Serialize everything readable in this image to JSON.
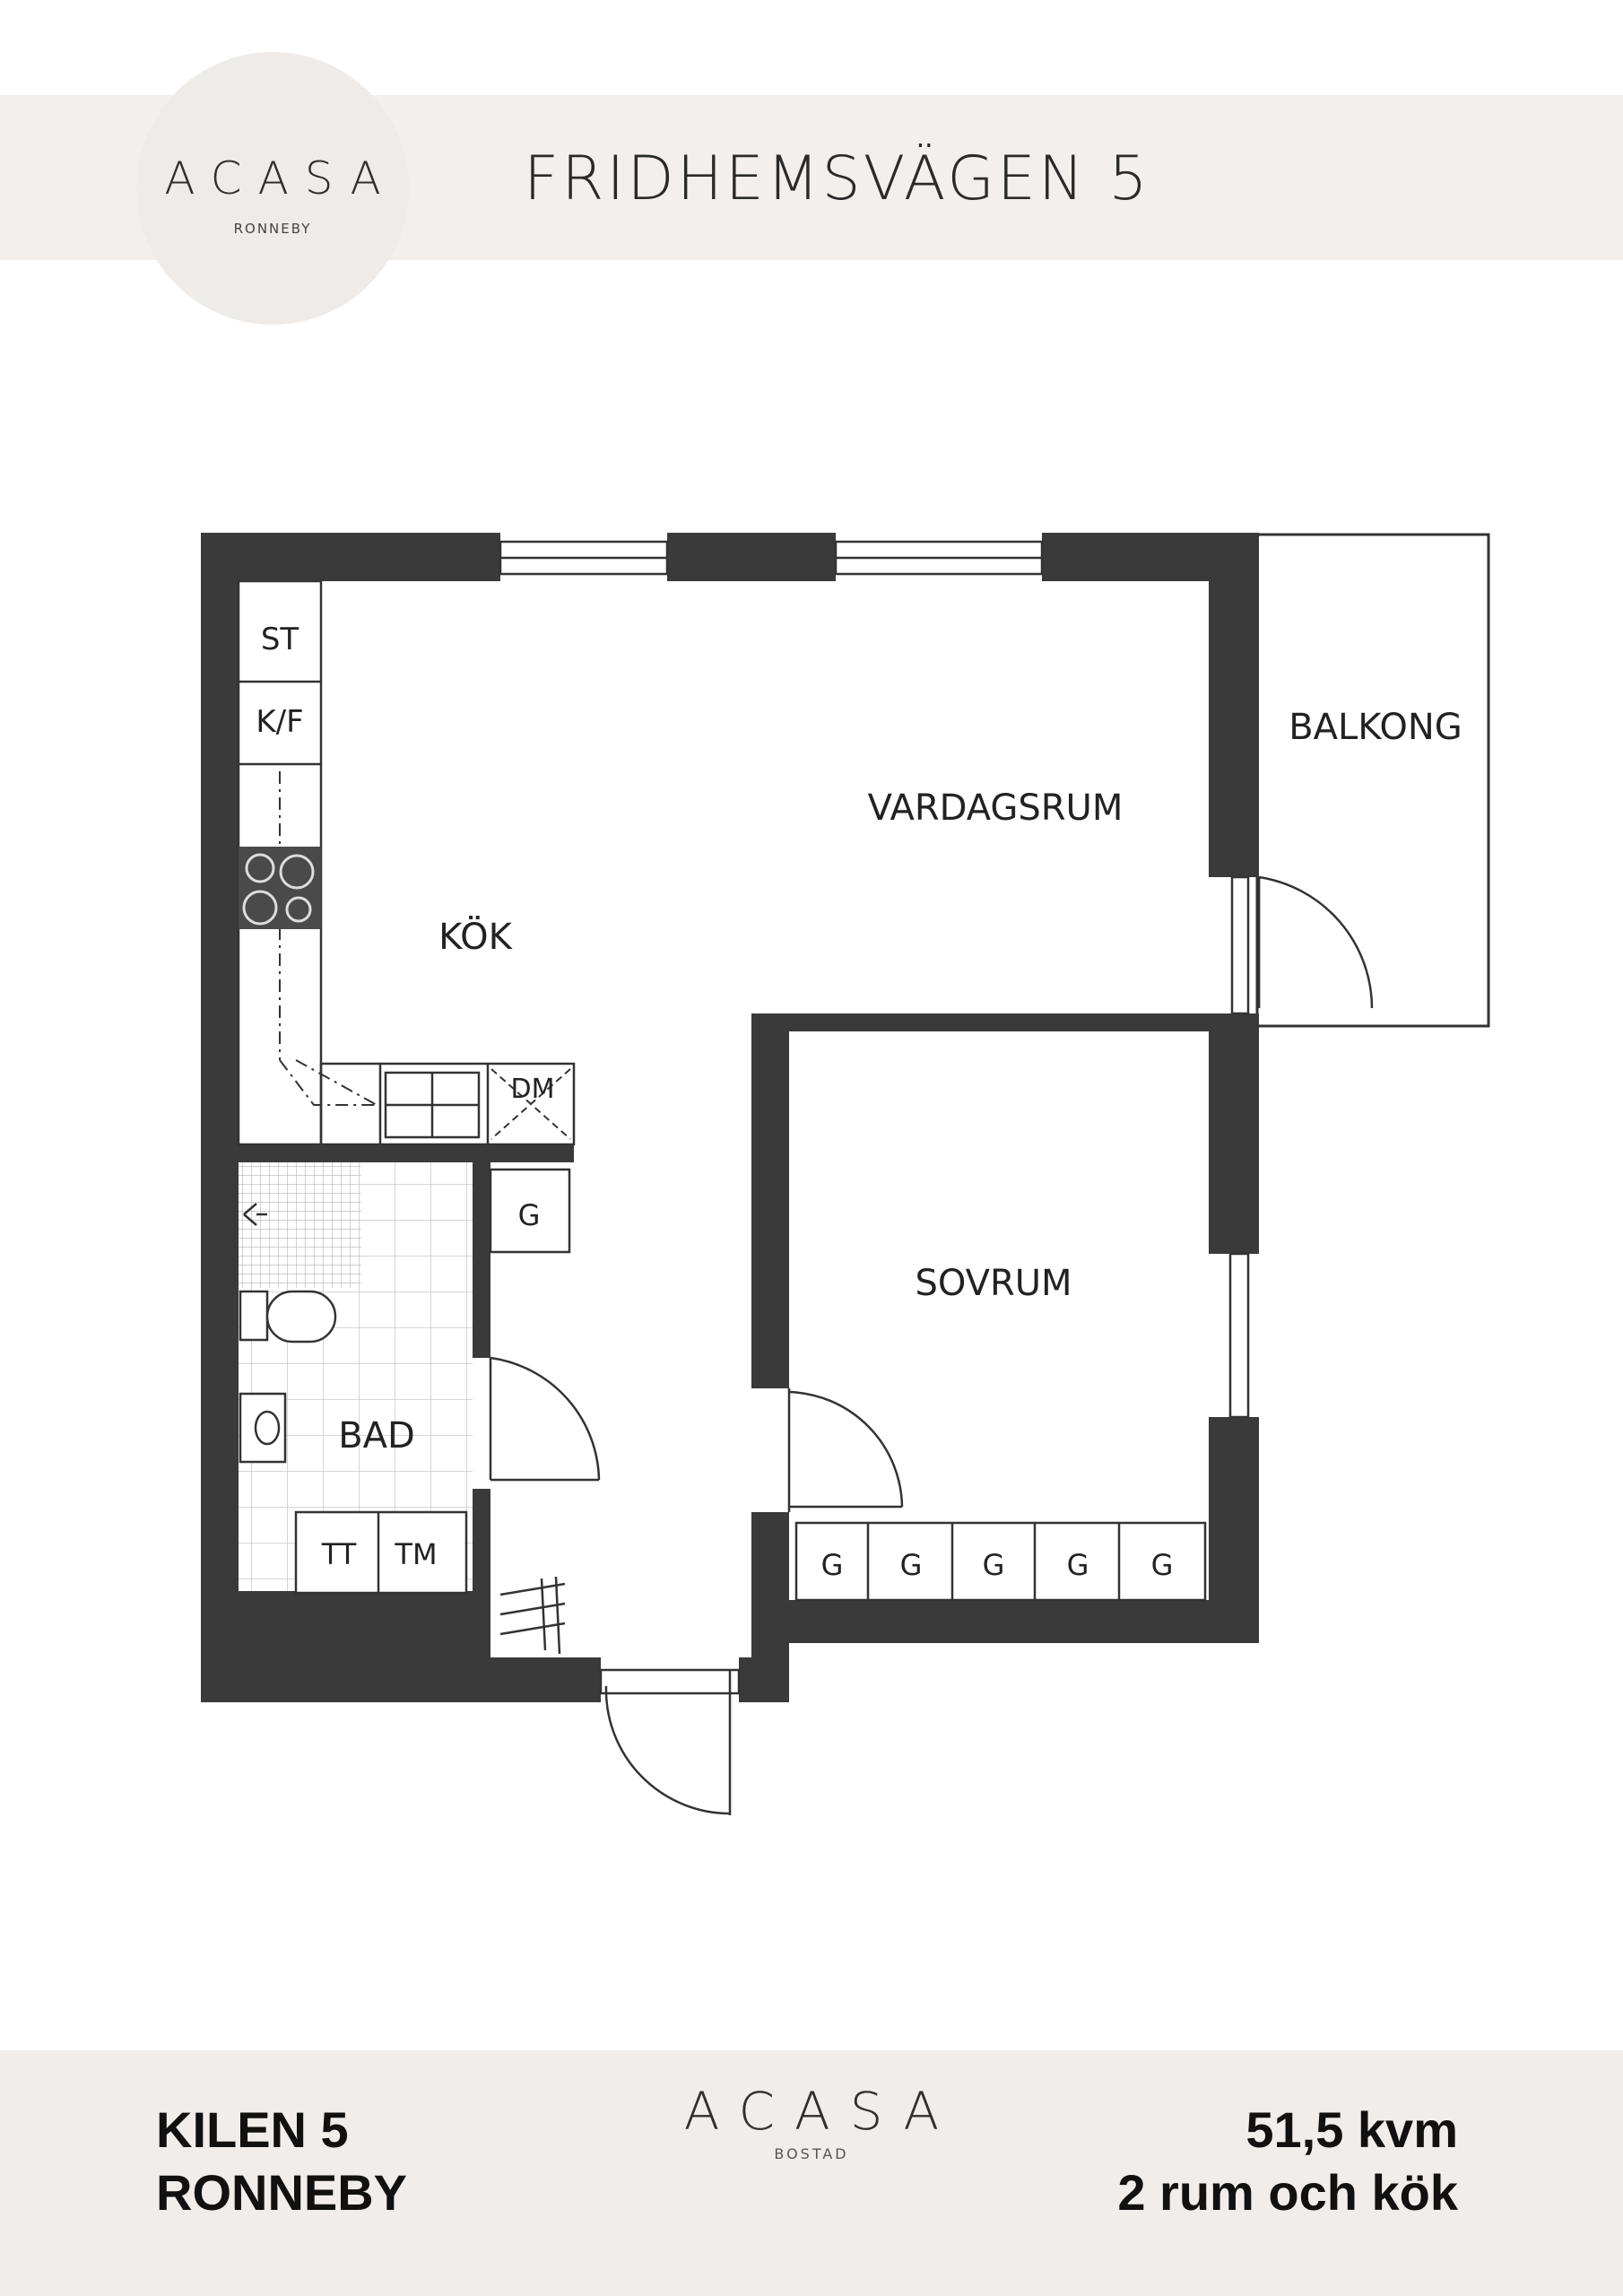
{
  "header": {
    "logo_word": "ACASA",
    "logo_sub": "RONNEBY",
    "street": "FRIDHEMSVÄGEN 5"
  },
  "plan": {
    "rooms": {
      "kok": "KÖK",
      "vardagsrum": "VARDAGSRUM",
      "balkong": "BALKONG",
      "sovrum": "SOVRUM",
      "bad": "BAD"
    },
    "fixtures": {
      "st": "ST",
      "kf": "K/F",
      "dm": "DM",
      "g_hall": "G",
      "tt": "TT",
      "tm": "TM",
      "wardrobes": [
        "G",
        "G",
        "G",
        "G",
        "G"
      ]
    }
  },
  "footer": {
    "line1_left": "KILEN 5",
    "line2_left": "RONNEBY",
    "logo_word": "ACASA",
    "logo_sub": "BOSTAD",
    "line1_right": "51,5 kvm",
    "line2_right": "2 rum och kök"
  }
}
